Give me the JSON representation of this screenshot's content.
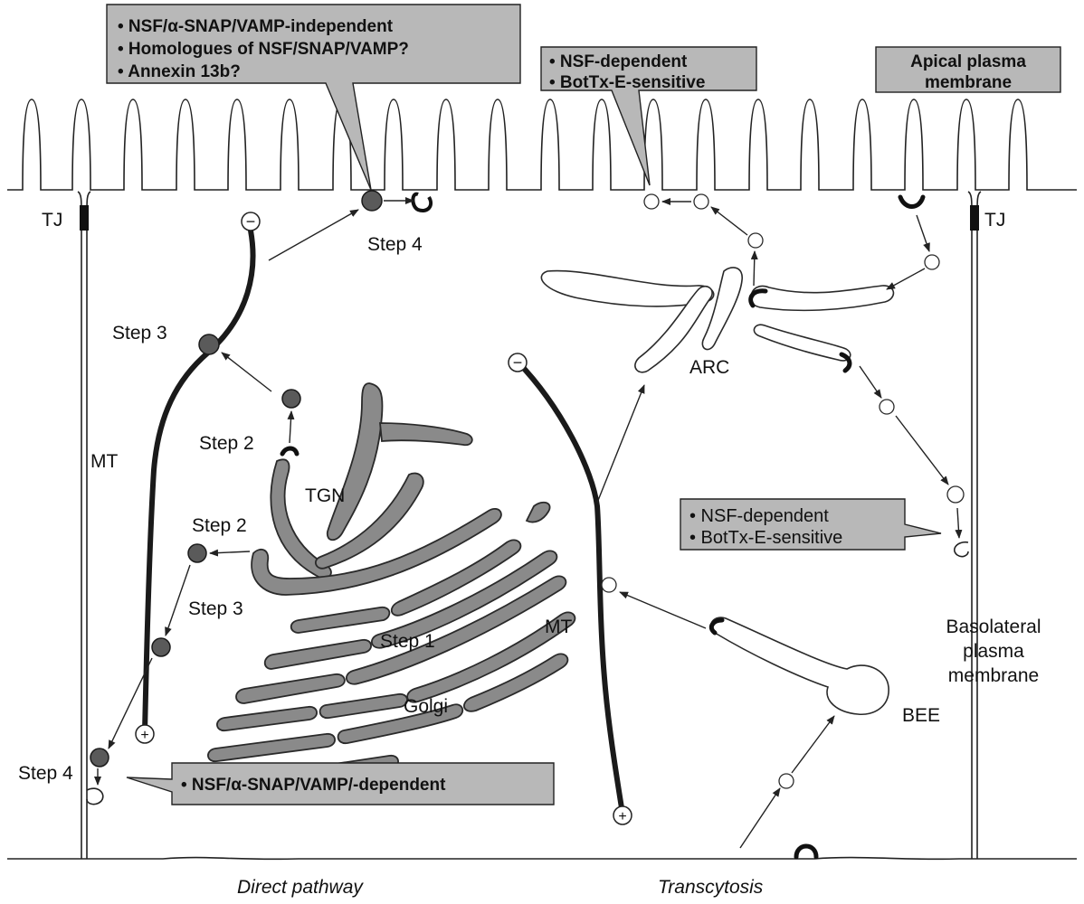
{
  "labels": {
    "tj_left": "TJ",
    "tj_right": "TJ",
    "mt_left": "MT",
    "mt_right": "MT",
    "tgn": "TGN",
    "golgi": "Golgi",
    "arc": "ARC",
    "bee": "BEE",
    "step4_top": "Step 4",
    "step3_upper": "Step 3",
    "step2_upper": "Step 2",
    "step2_lower": "Step 2",
    "step3_lower": "Step 3",
    "step1": "Step 1",
    "step4_bottom": "Step 4",
    "minus": "−",
    "plus": "+",
    "basolateral_line1": "Basolateral",
    "basolateral_line2": "plasma",
    "basolateral_line3": "membrane",
    "direct_pathway": "Direct pathway",
    "transcytosis": "Transcytosis"
  },
  "callouts": {
    "top_left": [
      "• NSF/α-SNAP/VAMP-independent",
      "• Homologues of NSF/SNAP/VAMP?",
      "• Annexin 13b?"
    ],
    "top_middle": [
      "• NSF-dependent",
      "• BotTx-E-sensitive"
    ],
    "top_right": [
      "Apical plasma",
      "membrane"
    ],
    "right_middle": [
      "• NSF-dependent",
      "• BotTx-E-sensitive"
    ],
    "bottom_left": [
      "• NSF/α-SNAP/VAMP/-dependent"
    ]
  },
  "icons": [
    "minus-end-icon",
    "plus-end-icon",
    "vesicle-icon",
    "arrow-icon"
  ]
}
